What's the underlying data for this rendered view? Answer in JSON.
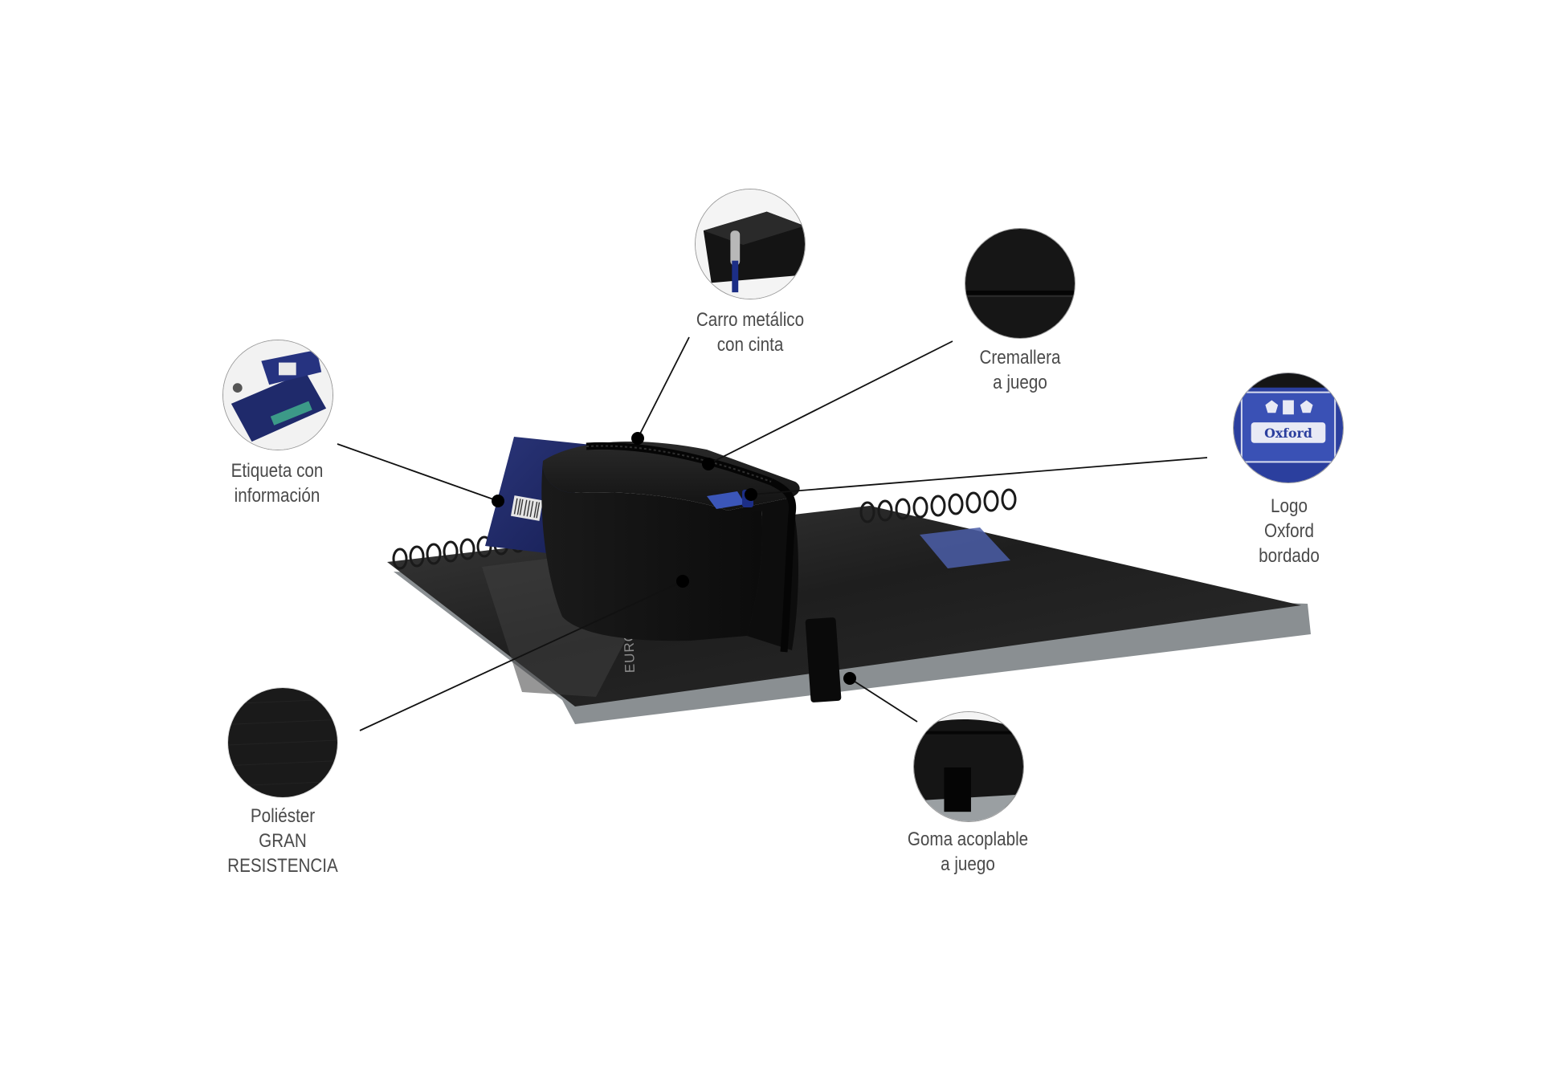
{
  "product": {
    "brand_logo": "Oxford",
    "notebook_print": "EUROPEAN BOOK 1",
    "pouch_color": "#161616",
    "tag_color": "#1f2a6b",
    "logo_blue": "#2b3f9e"
  },
  "callouts": [
    {
      "id": "tag",
      "lines": [
        "Etiqueta con",
        "información"
      ],
      "icon": "info-tag-photo"
    },
    {
      "id": "zipper-pull",
      "lines": [
        "Carro metálico",
        "con cinta"
      ],
      "icon": "zipper-pull-photo"
    },
    {
      "id": "zipper",
      "lines": [
        "Cremallera",
        "a juego"
      ],
      "icon": "zipper-fabric-photo"
    },
    {
      "id": "logo",
      "lines": [
        "Logo",
        "Oxford",
        "bordado"
      ],
      "icon": "oxford-logo-photo"
    },
    {
      "id": "polyester",
      "lines": [
        "Poliéster",
        "GRAN",
        "RESISTENCIA"
      ],
      "icon": "polyester-fabric-photo"
    },
    {
      "id": "elastic",
      "lines": [
        "Goma acoplable",
        "a juego"
      ],
      "icon": "elastic-band-photo"
    }
  ]
}
